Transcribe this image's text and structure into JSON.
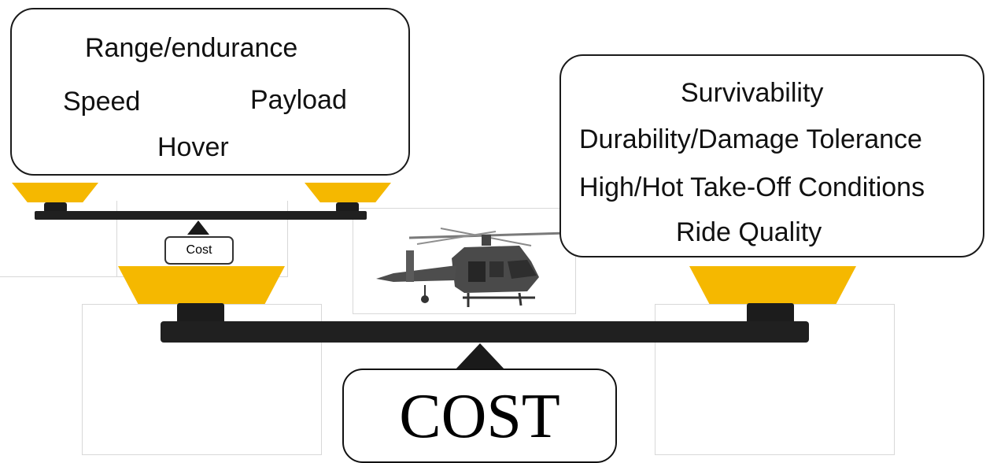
{
  "left_bubble": {
    "line1": "Range/endurance",
    "line2a": "Speed",
    "line2b": "Payload",
    "line3": "Hover"
  },
  "right_bubble": {
    "items": [
      "Survivability",
      "Durability/Damage Tolerance",
      "High/Hot Take-Off Conditions",
      "Ride Quality"
    ]
  },
  "small_scale": {
    "fulcrum_label": "Cost"
  },
  "main_scale": {
    "fulcrum_label": "COST"
  },
  "colors": {
    "tray": "#f5b800",
    "beam": "#202020",
    "outline": "#1a1a1a"
  },
  "icons": {
    "aircraft": "helicopter-icon"
  }
}
